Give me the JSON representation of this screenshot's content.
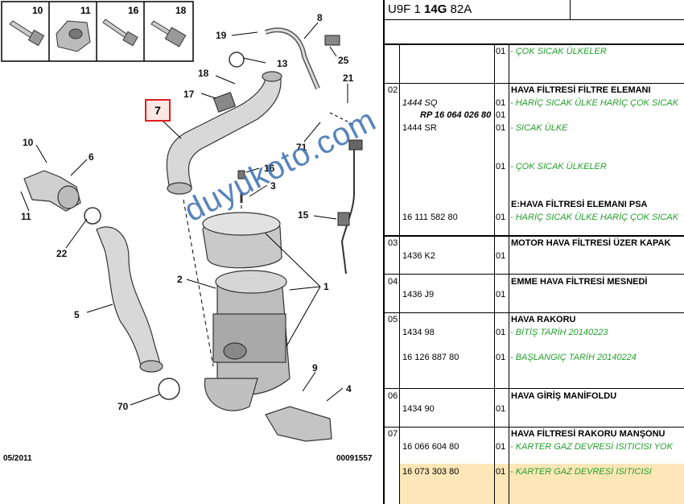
{
  "diagram": {
    "thumbnail_labels": [
      "10",
      "11",
      "16",
      "18"
    ],
    "callouts": [
      {
        "id": "c8",
        "text": "8"
      },
      {
        "id": "c19",
        "text": "19"
      },
      {
        "id": "c13",
        "text": "13"
      },
      {
        "id": "c25",
        "text": "25"
      },
      {
        "id": "c18",
        "text": "18"
      },
      {
        "id": "c17",
        "text": "17"
      },
      {
        "id": "c21",
        "text": "21"
      },
      {
        "id": "c71",
        "text": "71"
      },
      {
        "id": "c10",
        "text": "10"
      },
      {
        "id": "c6",
        "text": "6"
      },
      {
        "id": "c11",
        "text": "11"
      },
      {
        "id": "c16",
        "text": "16"
      },
      {
        "id": "c3",
        "text": "3"
      },
      {
        "id": "c15",
        "text": "15"
      },
      {
        "id": "c22",
        "text": "22"
      },
      {
        "id": "c2",
        "text": "2"
      },
      {
        "id": "c1",
        "text": "1"
      },
      {
        "id": "c5",
        "text": "5"
      },
      {
        "id": "c9",
        "text": "9"
      },
      {
        "id": "c4",
        "text": "4"
      },
      {
        "id": "c70",
        "text": "70"
      }
    ],
    "highlight_label": "7",
    "date": "05/2011",
    "drawing_no": "00091557"
  },
  "watermark": "duyukoto.com",
  "table": {
    "header": {
      "code_a": "U9F 1 ",
      "code_b": "14G",
      "code_c": " 82A"
    },
    "rows": {
      "r0_qty": "01",
      "r0_note": "- ÇOK SICAK ÜLKELER",
      "g02": "02",
      "g02_ref1": "1444 SQ",
      "g02_title": "HAVA FİLTRESİ FİLTRE ELEMANI",
      "g02_qty1": "01",
      "g02_note1": "- HARİÇ SICAK ÜLKE HARİÇ ÇOK SICAK",
      "g02_ref2": "RP 16 064 026 80",
      "g02_qty2": "01",
      "g02_ref3": "1444 SR",
      "g02_qty3": "01",
      "g02_note3": "- SICAK ÜLKE",
      "g02_qty4": "01",
      "g02_note4": "- ÇOK SICAK ÜLKELER",
      "g02_title2": "E:HAVA FİLTRESİ ELEMANI PSA",
      "g02_ref5": "16 111 582 80",
      "g02_qty5": "01",
      "g02_note5": "- HARİÇ SICAK ÜLKE HARİÇ ÇOK SICAK",
      "g03": "03",
      "g03_title": "MOTOR HAVA FİLTRESİ ÜZER KAPAK",
      "g03_ref": "1436 K2",
      "g03_qty": "01",
      "g04": "04",
      "g04_title": "EMME HAVA FİLTRESİ MESNEDİ",
      "g04_ref": "1436 J9",
      "g04_qty": "01",
      "g05": "05",
      "g05_title": "HAVA RAKORU",
      "g05_ref1": "1434 98",
      "g05_qty1": "01",
      "g05_note1": "- BİTİŞ TARİH 20140223",
      "g05_ref2": "16 126 887 80",
      "g05_qty2": "01",
      "g05_note2": "- BAŞLANGIÇ TARİH 20140224",
      "g06": "06",
      "g06_title": "HAVA GİRİŞ MANİFOLDU",
      "g06_ref": "1434 90",
      "g06_qty": "01",
      "g07": "07",
      "g07_title": "HAVA FİLTRESİ RAKORU MANŞONU",
      "g07_ref1": "16 066 604 80",
      "g07_qty1": "01",
      "g07_note1": "- KARTER GAZ DEVRESİ ISITICISI YOK",
      "g07_ref2": "16 073 303 80",
      "g07_qty2": "01",
      "g07_note2": "- KARTER GAZ DEVRESİ ISITICISI"
    },
    "colors": {
      "note_green": "#22a02a",
      "highlight": "#fde6b8",
      "callout_red": "#e02020",
      "watermark": "#3b6fb0"
    }
  }
}
